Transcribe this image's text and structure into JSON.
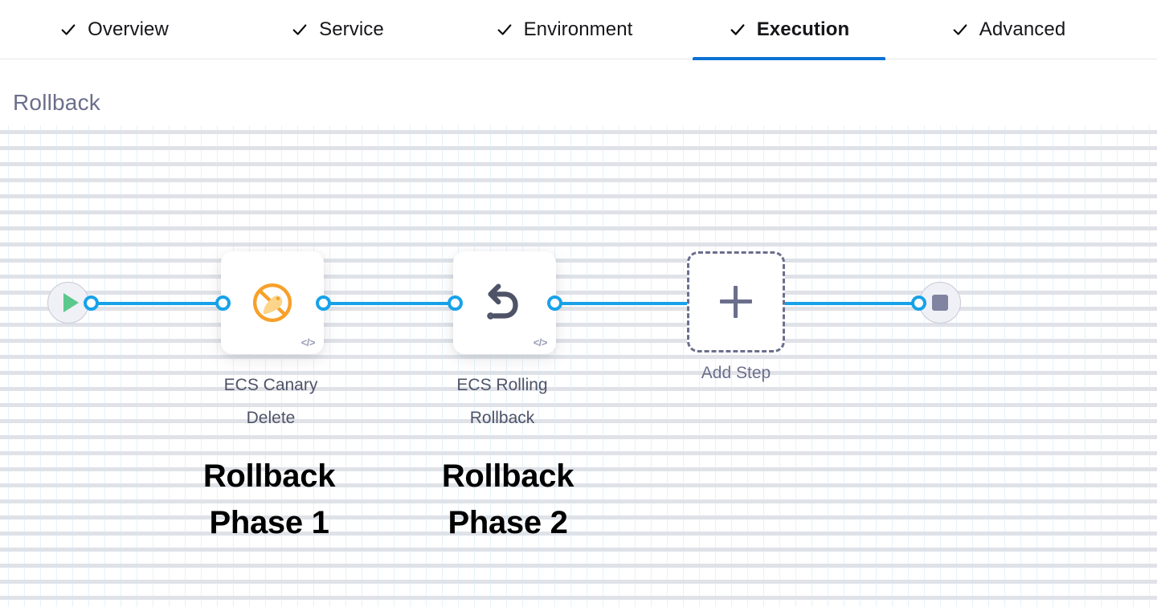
{
  "tabs": [
    {
      "id": "overview",
      "label": "Overview",
      "icon": "check-icon",
      "active": false
    },
    {
      "id": "service",
      "label": "Service",
      "icon": "check-icon",
      "active": false
    },
    {
      "id": "environment",
      "label": "Environment",
      "icon": "check-icon",
      "active": false
    },
    {
      "id": "execution",
      "label": "Execution",
      "icon": "check-icon",
      "active": true
    },
    {
      "id": "advanced",
      "label": "Advanced",
      "icon": "check-icon",
      "active": false
    }
  ],
  "stage": {
    "title": "Rollback"
  },
  "pipeline": {
    "start_node": {
      "icon": "play-icon",
      "name": "start"
    },
    "end_node": {
      "icon": "stop-icon",
      "name": "end"
    },
    "steps": [
      {
        "id": "ecs-canary-delete",
        "label": "ECS Canary\nDelete",
        "icon": "ecs-canary-delete-icon",
        "icon_color": "#f7a02a",
        "badge": "</>"
      },
      {
        "id": "ecs-rolling-rollback",
        "label": "ECS Rolling\nRollback",
        "icon": "rollback-undo-icon",
        "icon_color": "#4f5368",
        "badge": "</>"
      }
    ],
    "add_step": {
      "label": "Add Step",
      "icon": "plus-icon"
    }
  },
  "annotations": [
    {
      "id": "phase-1",
      "text": "Rollback\nPhase 1"
    },
    {
      "id": "phase-2",
      "text": "Rollback\nPhase 2"
    }
  ],
  "colors": {
    "accent_blue": "#0b72d4",
    "connector_blue": "#17a2e8",
    "start_green": "#5bc98d",
    "stop_gray": "#8184a0",
    "canary_orange": "#f7a02a",
    "title_gray": "#6b6f8c"
  }
}
